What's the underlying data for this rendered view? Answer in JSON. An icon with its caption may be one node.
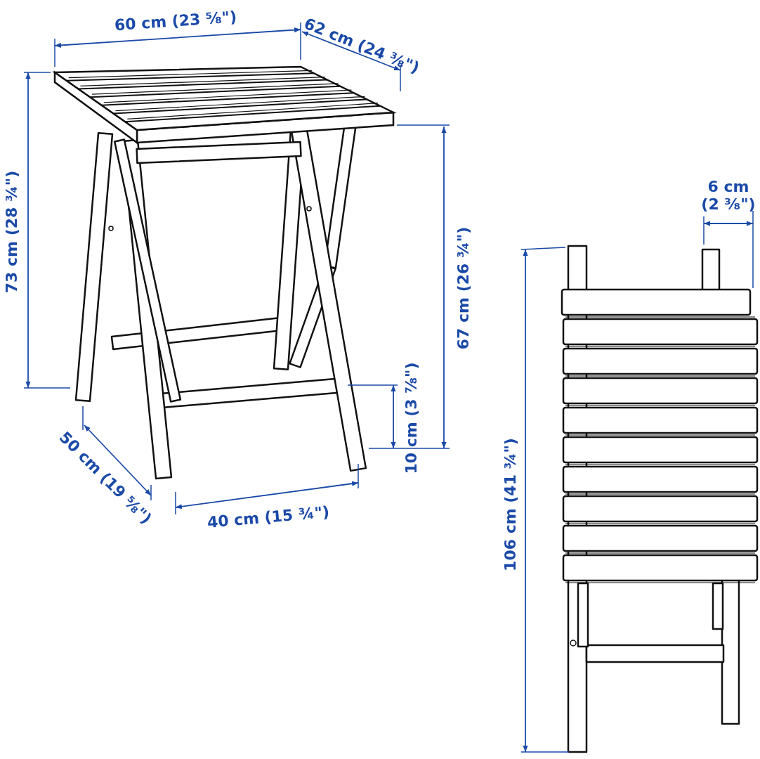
{
  "diagram": {
    "labels": [
      "60 cm (23 ⅝\")",
      "62 cm (24 ⅜\")",
      "6 cm (2 ⅜\")",
      "73 cm (28 ¾\")",
      "67 cm (26 ¾\")",
      "10 cm (3 ⅞\")",
      "50 cm (19 ⅝\")",
      "40 cm (15 ¾\")",
      "106 cm (41 ¾\")"
    ]
  }
}
